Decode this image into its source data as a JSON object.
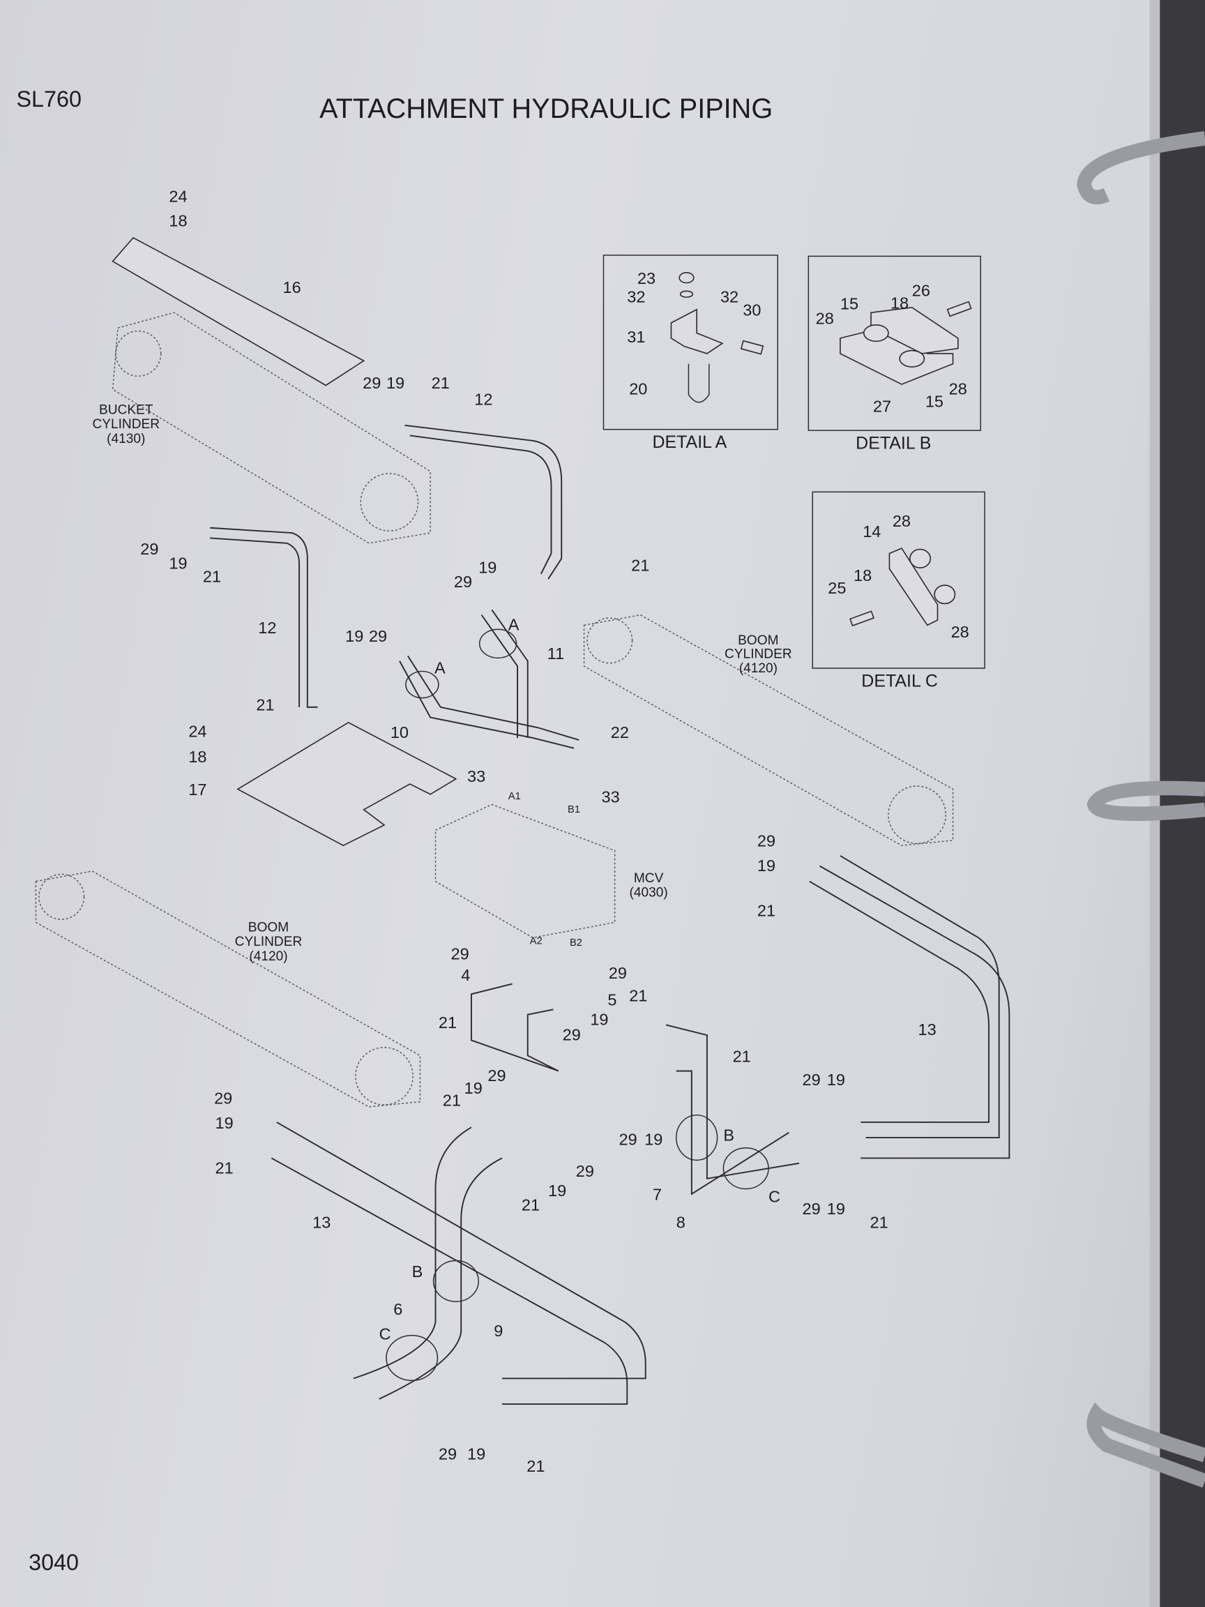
{
  "header": {
    "model": "SL760",
    "title": "ATTACHMENT HYDRAULIC PIPING"
  },
  "footer": {
    "page": "3040"
  },
  "labels": {
    "bucket_cylinder": [
      "BUCKET",
      "CYLINDER",
      "(4130)"
    ],
    "boom_cylinder_right": [
      "BOOM",
      "CYLINDER",
      "(4120)"
    ],
    "boom_cylinder_left": [
      "BOOM",
      "CYLINDER",
      "(4120)"
    ],
    "mcv": [
      "MCV",
      "(4030)"
    ],
    "ports": [
      "A1",
      "B1",
      "A2",
      "B2"
    ],
    "section_marks": [
      "A",
      "A",
      "B",
      "C",
      "B",
      "C"
    ]
  },
  "details": [
    {
      "title": "DETAIL A",
      "callouts": [
        "23",
        "32",
        "32",
        "30",
        "31",
        "20"
      ]
    },
    {
      "title": "DETAIL B",
      "callouts": [
        "26",
        "15",
        "18",
        "28",
        "28",
        "15",
        "27"
      ]
    },
    {
      "title": "DETAIL C",
      "callouts": [
        "14",
        "28",
        "18",
        "25",
        "28"
      ]
    }
  ],
  "callouts": [
    "24",
    "18",
    "16",
    "29",
    "19",
    "21",
    "12",
    "29",
    "19",
    "21",
    "19",
    "29",
    "21",
    "11",
    "12",
    "19",
    "29",
    "21",
    "10",
    "22",
    "24",
    "18",
    "17",
    "33",
    "33",
    "29",
    "19",
    "21",
    "29",
    "29",
    "4",
    "5",
    "21",
    "21",
    "19",
    "29",
    "21",
    "13",
    "29",
    "19",
    "19",
    "29",
    "21",
    "29",
    "19",
    "21",
    "29",
    "19",
    "29",
    "19",
    "21",
    "7",
    "8",
    "29",
    "19",
    "21",
    "13",
    "6",
    "9",
    "29",
    "19",
    "21"
  ]
}
